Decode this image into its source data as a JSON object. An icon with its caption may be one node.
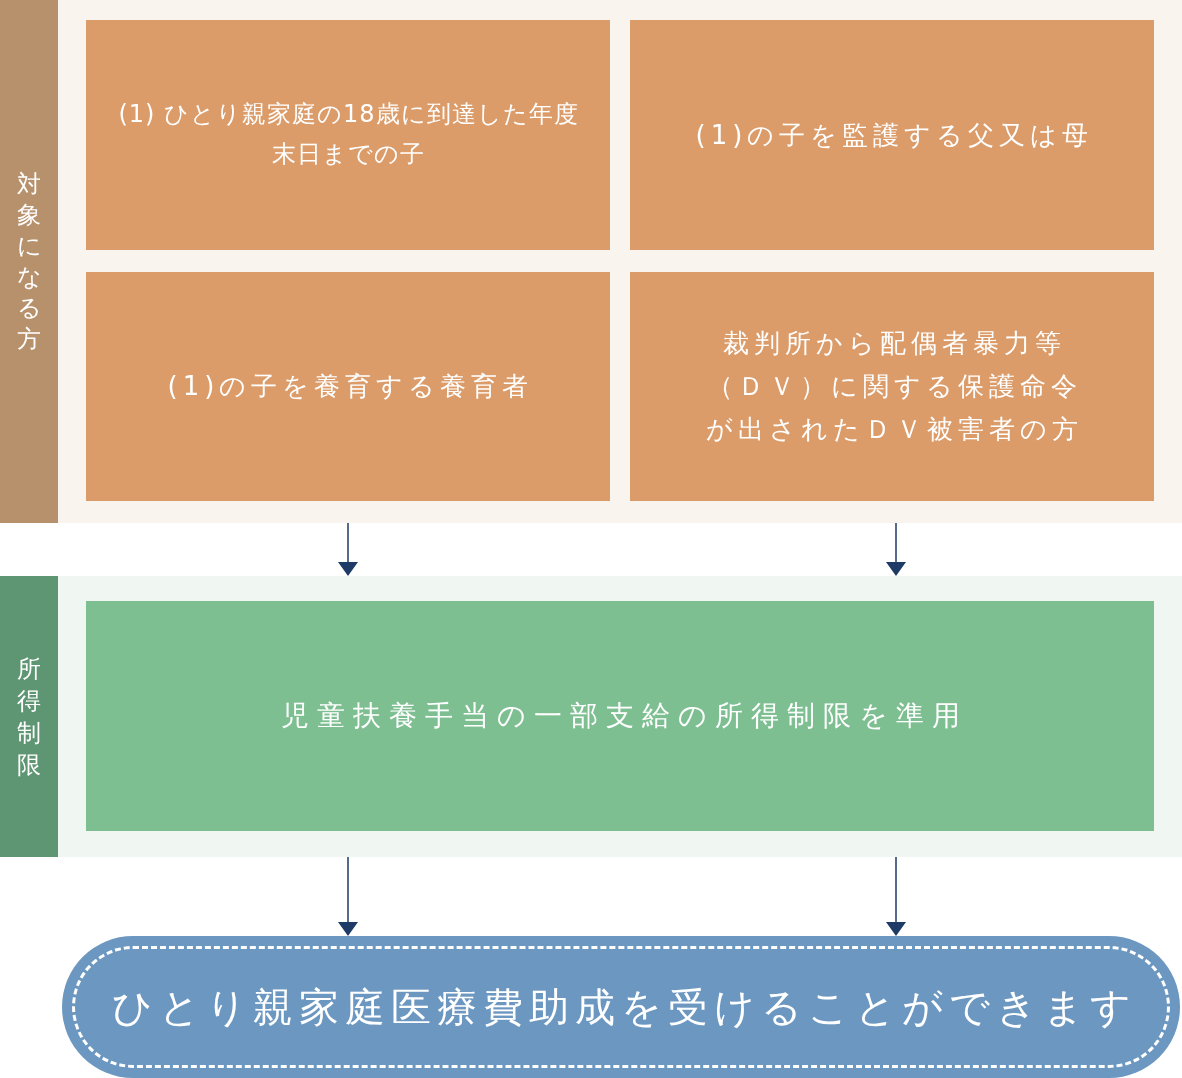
{
  "diagram": {
    "nodes": [
      {
        "text": [
          "対象になる方"
        ]
      },
      {
        "text": [
          "(1) ひとり親家庭の18歳に到達した年度末日までの子"
        ],
        "in": 0
      },
      {
        "text": [
          "(1)の子を監護する父又は母"
        ],
        "in": 0
      },
      {
        "text": [
          "(1)の子を養育する養育者"
        ],
        "in": 0
      },
      {
        "text": [
          "裁判所から配偶者暴力等（ＤＶ）に関する保護命令が出されたＤＶ被害者の方"
        ],
        "in": 0
      },
      {
        "text": [
          "所得制限"
        ]
      },
      {
        "text": [
          "児童扶養手当の一部支給の所得制限を準用"
        ],
        "in": 5
      },
      {
        "text": [
          "ひとり親家庭医療費助成を受けることができます"
        ]
      }
    ],
    "edges": [
      {
        "from": 0,
        "to": 5,
        "arrow": "to"
      },
      {
        "from": 0,
        "to": 5,
        "arrow": "to"
      },
      {
        "from": 5,
        "to": 7,
        "arrow": "to"
      },
      {
        "from": 5,
        "to": 7,
        "arrow": "to"
      }
    ]
  }
}
